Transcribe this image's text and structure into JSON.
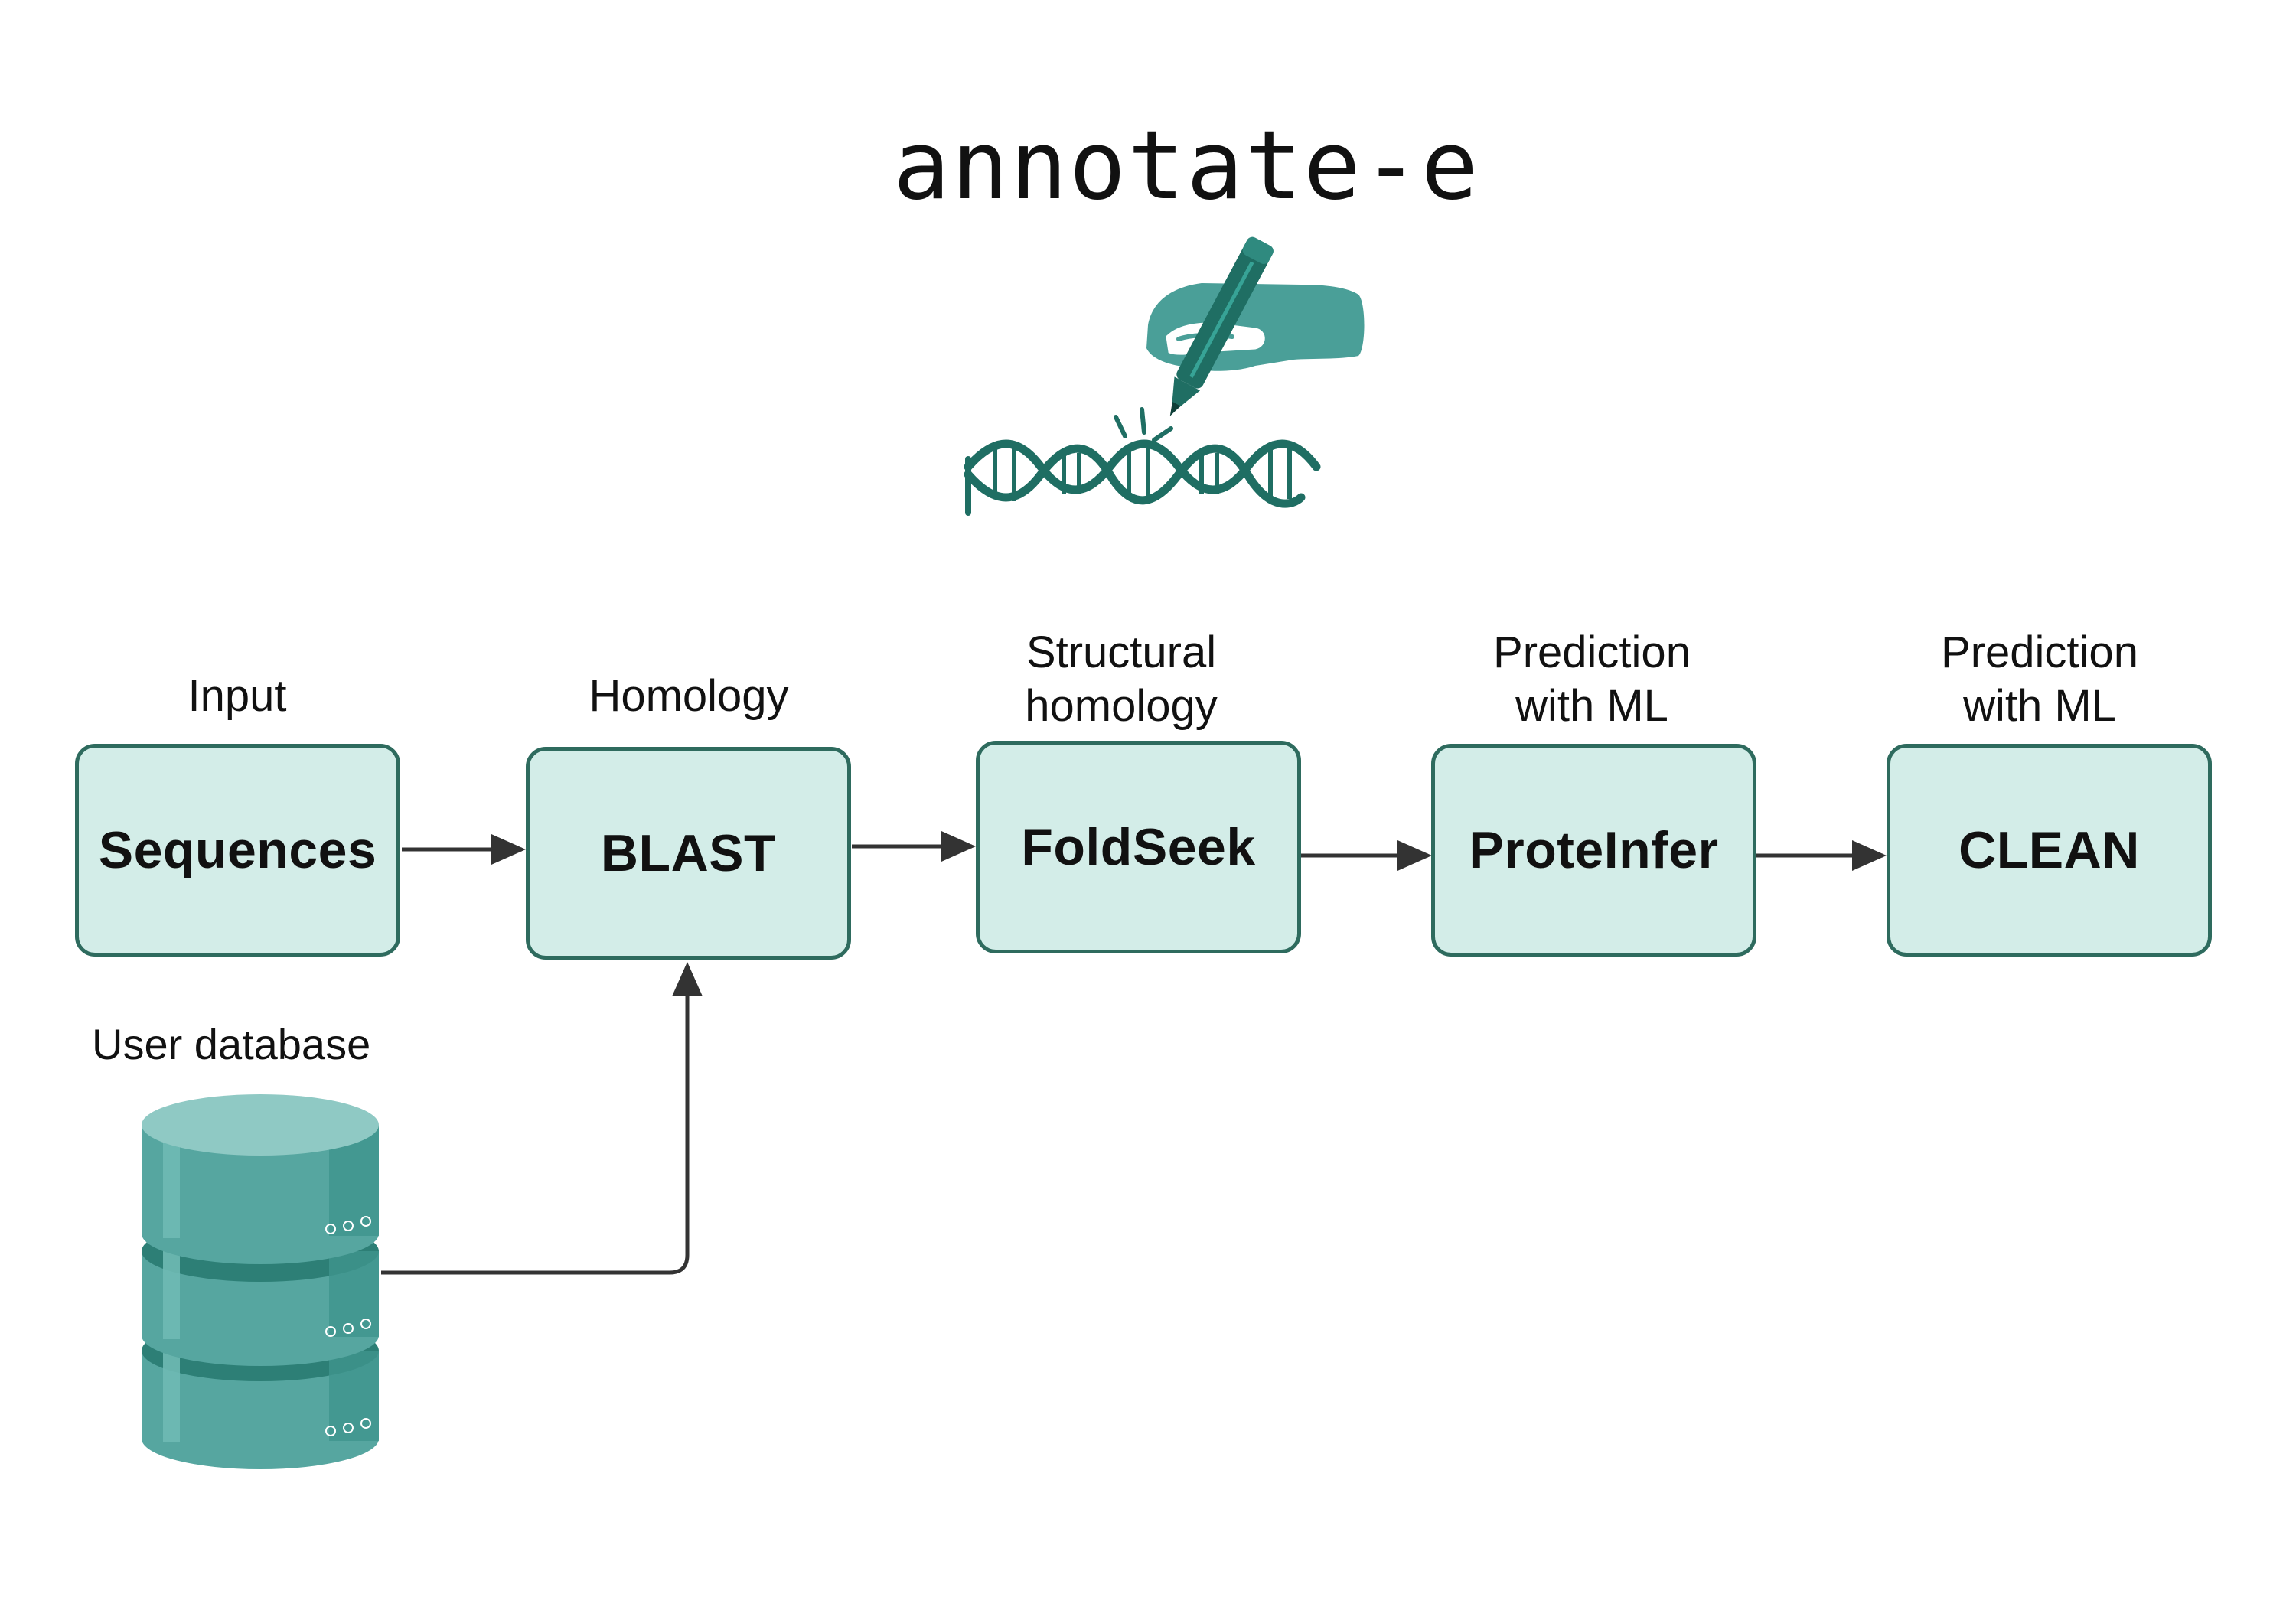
{
  "title": "annotate-e",
  "stages": [
    {
      "label": "Input",
      "name": "Sequences"
    },
    {
      "label": "Homology",
      "name": "BLAST"
    },
    {
      "label": "Structural\nhomology",
      "name": "FoldSeek"
    },
    {
      "label": "Prediction\nwith ML",
      "name": "ProteInfer"
    },
    {
      "label": "Prediction\nwith ML",
      "name": "CLEAN"
    }
  ],
  "database": {
    "label": "User database"
  },
  "colors": {
    "box_fill": "#d3ede8",
    "box_border": "#2e6b5e",
    "logo_teal": "#4a9f98",
    "logo_dark": "#1f6e63",
    "db_teal": "#56a6a0",
    "arrow": "#333333"
  },
  "icons": {
    "logo": "hand-writing-dna-icon",
    "database": "database-cylinder-icon"
  }
}
